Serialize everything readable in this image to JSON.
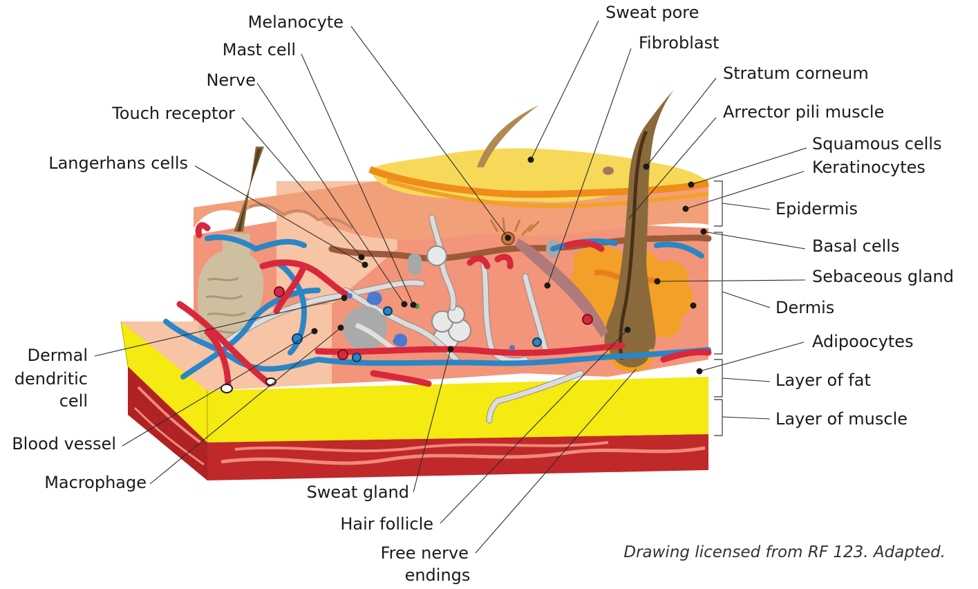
{
  "labels": {
    "melanocyte": "Melanocyte",
    "mast_cell": "Mast cell",
    "nerve": "Nerve",
    "touch_receptor": "Touch receptor",
    "langerhans_cells": "Langerhans cells",
    "dermal_dendritic_1": "Dermal",
    "dermal_dendritic_2": "dendritic",
    "dermal_dendritic_3": "cell",
    "blood_vessel": "Blood vessel",
    "macrophage": "Macrophage",
    "sweat_pore": "Sweat pore",
    "fibroblast": "Fibroblast",
    "stratum_corneum": "Stratum corneum",
    "arrector_pili_muscle": "Arrector pili muscle",
    "squamous_cells": "Squamous cells",
    "keratinocytes": "Keratinocytes",
    "basal_cells": "Basal cells",
    "sebaceous_gland": "Sebaceous gland",
    "adipoocytes": "Adipoocytes",
    "sweat_gland": "Sweat gland",
    "hair_follicle": "Hair follicle",
    "free_nerve_1": "Free nerve",
    "free_nerve_2": "endings"
  },
  "layers": {
    "epidermis": "Epidermis",
    "dermis": "Dermis",
    "fat": "Layer of fat",
    "muscle": "Layer of muscle"
  },
  "credit": "Drawing licensed from RF 123. Adapted.",
  "colors": {
    "stratum_corneum": "#f7d95a",
    "epidermis": "#f2a07a",
    "dermis": "#f2957a",
    "fat": "#f5ea12",
    "muscle": "#c0282a",
    "artery": "#d8283b",
    "vein": "#2a86c6",
    "nerve": "#dcdcdc",
    "hair": "#8a6a3c",
    "sebaceous": "#f2a028"
  }
}
